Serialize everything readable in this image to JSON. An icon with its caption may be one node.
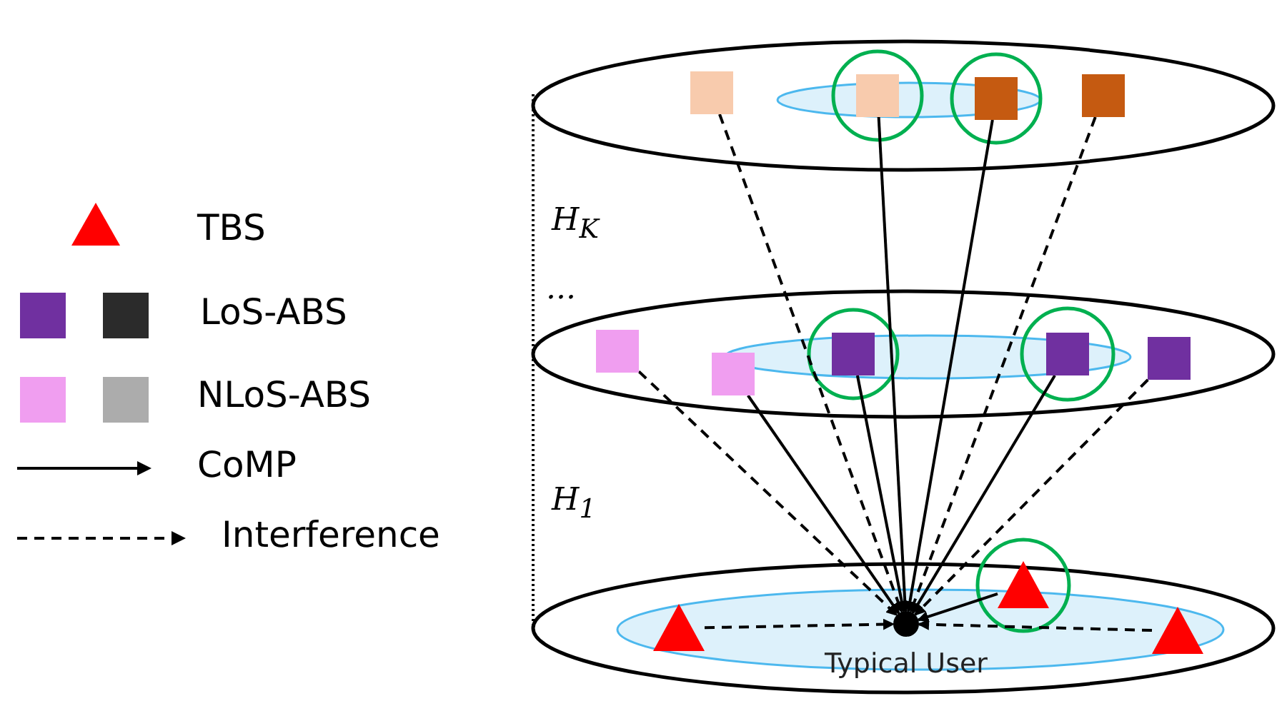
{
  "diagram": {
    "nodes": [
      {
        "text": [],
        "shape": "box"
      },
      {
        "text": [],
        "shape": "box"
      },
      {
        "text": [],
        "shape": "box"
      },
      {
        "text": [],
        "shape": "box"
      },
      {
        "text": [],
        "shape": "box"
      },
      {
        "text": [],
        "shape": "box"
      },
      {
        "text": [],
        "shape": "box"
      },
      {
        "text": [],
        "shape": "box"
      },
      {
        "text": [],
        "shape": "box"
      },
      {
        "text": [],
        "shape": "triangle"
      },
      {
        "text": [],
        "shape": "triangle"
      },
      {
        "text": [],
        "shape": "triangle"
      },
      {
        "text": [],
        "shape": "circle",
        "beside": [
          "Typical User"
        ]
      }
    ],
    "edges": [
      {
        "from": 0,
        "to": 12,
        "arrow": "to",
        "style": "dashed"
      },
      {
        "from": 1,
        "to": 12,
        "arrow": "to"
      },
      {
        "from": 2,
        "to": 12,
        "arrow": "to"
      },
      {
        "from": 3,
        "to": 12,
        "arrow": "to",
        "style": "dashed"
      },
      {
        "from": 4,
        "to": 12,
        "arrow": "to",
        "style": "dashed"
      },
      {
        "from": 5,
        "to": 12,
        "arrow": "to"
      },
      {
        "from": 6,
        "to": 12,
        "arrow": "to"
      },
      {
        "from": 7,
        "to": 12,
        "arrow": "to"
      },
      {
        "from": 8,
        "to": 12,
        "arrow": "to",
        "style": "dashed"
      },
      {
        "from": 9,
        "to": 12,
        "arrow": "to",
        "style": "dashed"
      },
      {
        "from": 10,
        "to": 12,
        "arrow": "to"
      },
      {
        "from": 11,
        "to": 12,
        "arrow": "to",
        "style": "dashed"
      }
    ],
    "labels": [
      "H$_{K}$",
      "...",
      "H$_{1}$"
    ],
    "legend": [
      {
        "text": "TBS"
      },
      {
        "text": "LoS-ABS"
      },
      {
        "text": "NLoS-ABS"
      },
      {
        "text": "CoMP"
      },
      {
        "text": "Interference"
      }
    ]
  }
}
